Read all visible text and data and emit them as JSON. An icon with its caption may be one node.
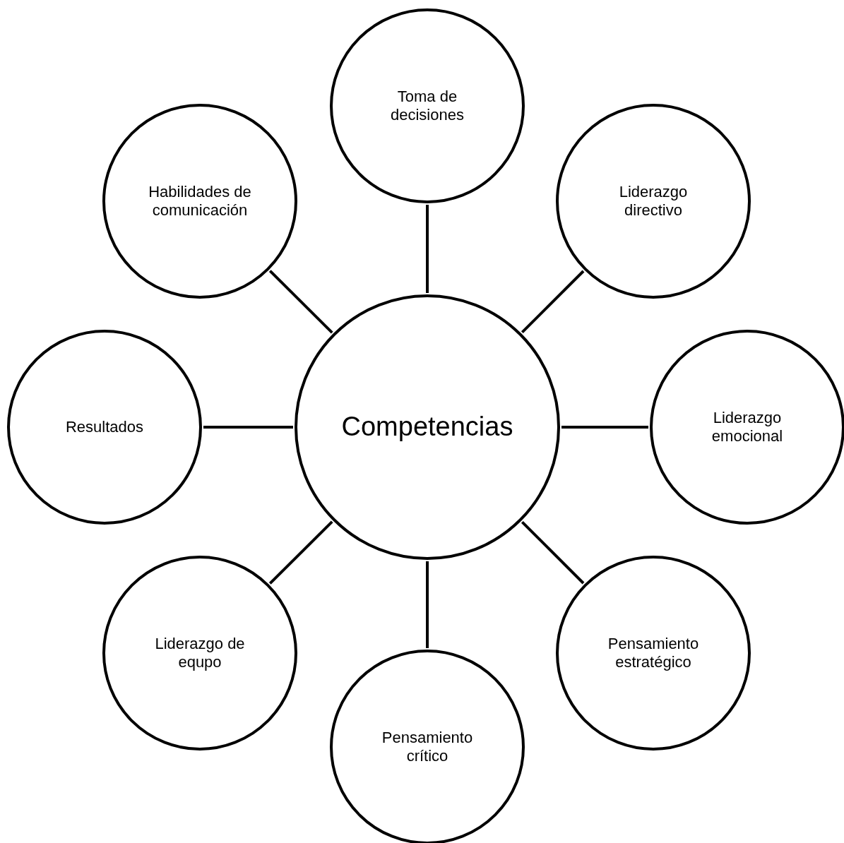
{
  "diagram": {
    "nodes": [
      {
        "text": [
          "Competencias"
        ]
      },
      {
        "text": [
          "Toma de decisiones"
        ]
      },
      {
        "text": [
          "Liderazgo directivo"
        ]
      },
      {
        "text": [
          "Liderazgo emocional"
        ]
      },
      {
        "text": [
          "Pensamiento estratégico"
        ]
      },
      {
        "text": [
          "Pensamiento crítico"
        ]
      },
      {
        "text": [
          "Liderazgo de equpo"
        ]
      },
      {
        "text": [
          "Resultados"
        ]
      },
      {
        "text": [
          "Habilidades de comunicación"
        ]
      }
    ],
    "edges": [
      {
        "from": 0,
        "to": 1,
        "arrow": "none"
      },
      {
        "from": 0,
        "to": 2,
        "arrow": "none"
      },
      {
        "from": 0,
        "to": 3,
        "arrow": "none"
      },
      {
        "from": 0,
        "to": 4,
        "arrow": "none"
      },
      {
        "from": 0,
        "to": 5,
        "arrow": "none"
      },
      {
        "from": 0,
        "to": 6,
        "arrow": "none"
      },
      {
        "from": 0,
        "to": 7,
        "arrow": "none"
      },
      {
        "from": 0,
        "to": 8,
        "arrow": "none"
      }
    ]
  }
}
